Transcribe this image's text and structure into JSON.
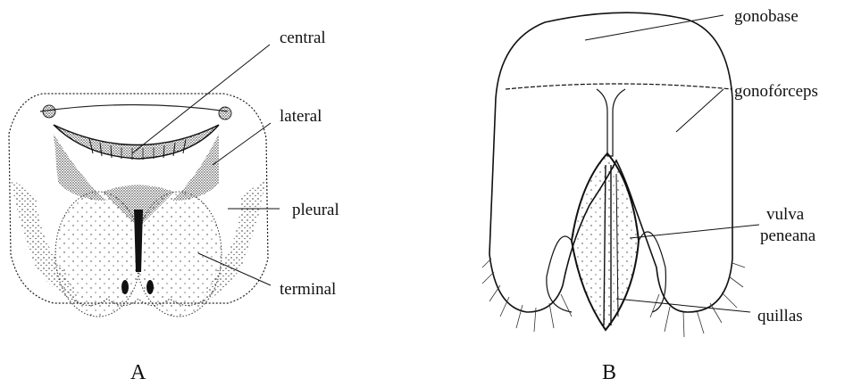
{
  "panel_a": {
    "letter": "A",
    "labels": {
      "central": "central",
      "lateral": "lateral",
      "pleural": "pleural",
      "terminal": "terminal"
    }
  },
  "panel_b": {
    "letter": "B",
    "labels": {
      "gonobase": "gonobase",
      "gonoforceps": "gonofórceps",
      "vulva_line1": "vulva",
      "vulva_line2": "peneana",
      "quillas": "quillas"
    }
  }
}
